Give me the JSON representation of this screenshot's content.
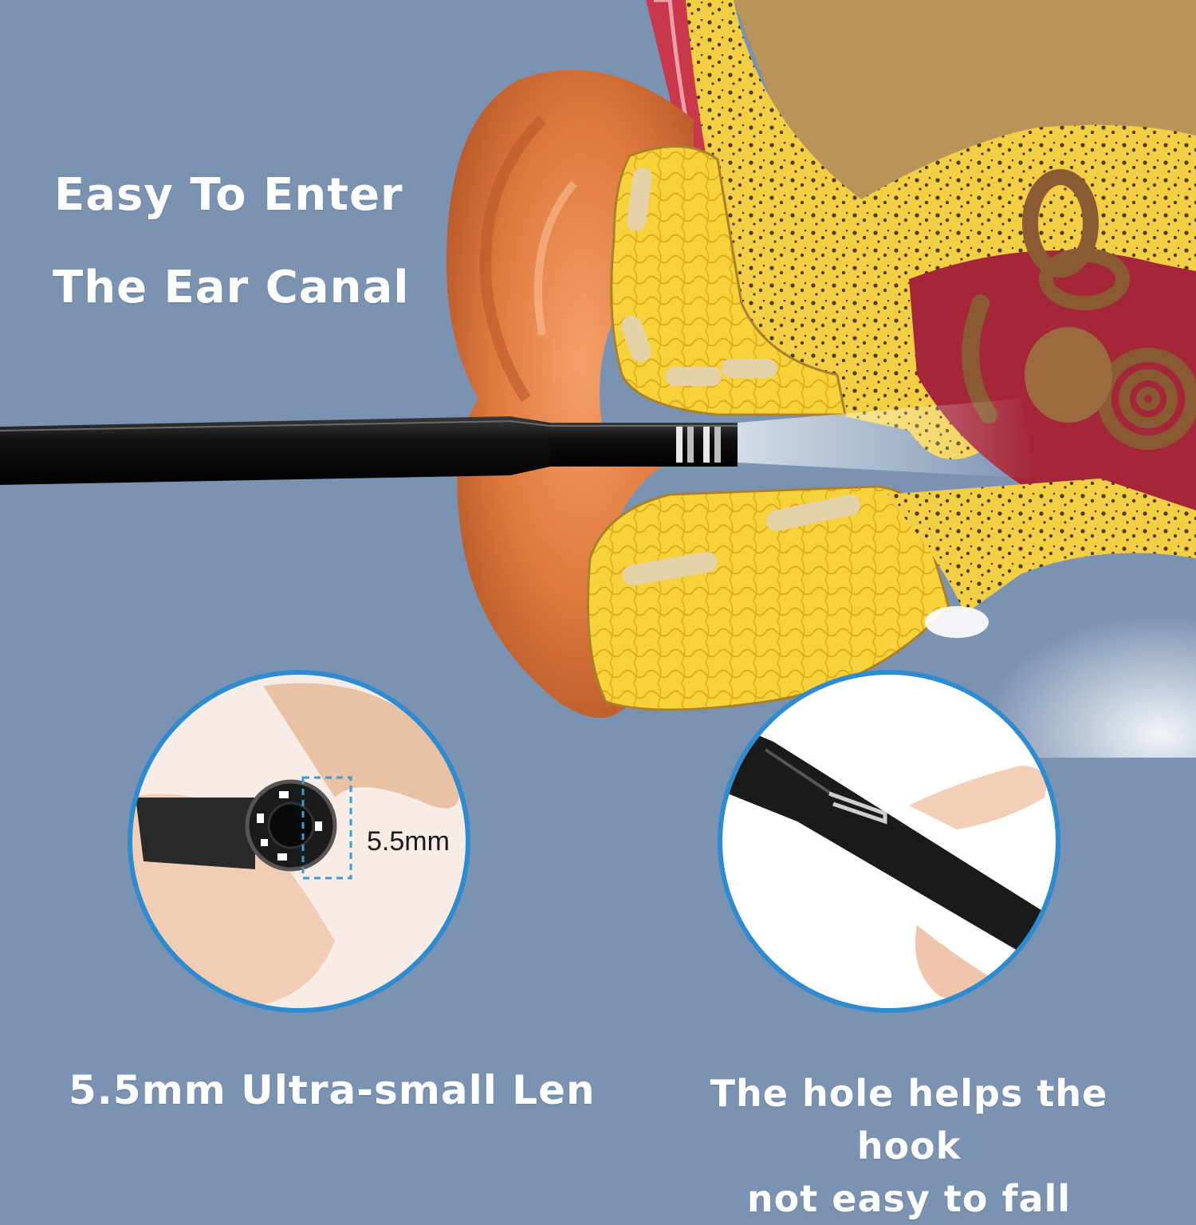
{
  "headline": {
    "line1": "Easy To Enter",
    "line2": "The Ear Canal"
  },
  "lens_detail": {
    "dimension_label": "5.5mm",
    "caption": "5.5mm Ultra-small Len"
  },
  "hook_detail": {
    "caption_line1": "The hole helps the hook",
    "caption_line2": "not easy to fall"
  },
  "colors": {
    "background": "#7b93b3",
    "text": "#ffffff",
    "circle_border": "#2e8bd0",
    "dimension_guide": "#3a9ad9",
    "bone": "#f0c93a",
    "skin": "#e8864a",
    "inner_ear": "#b02a3a"
  }
}
